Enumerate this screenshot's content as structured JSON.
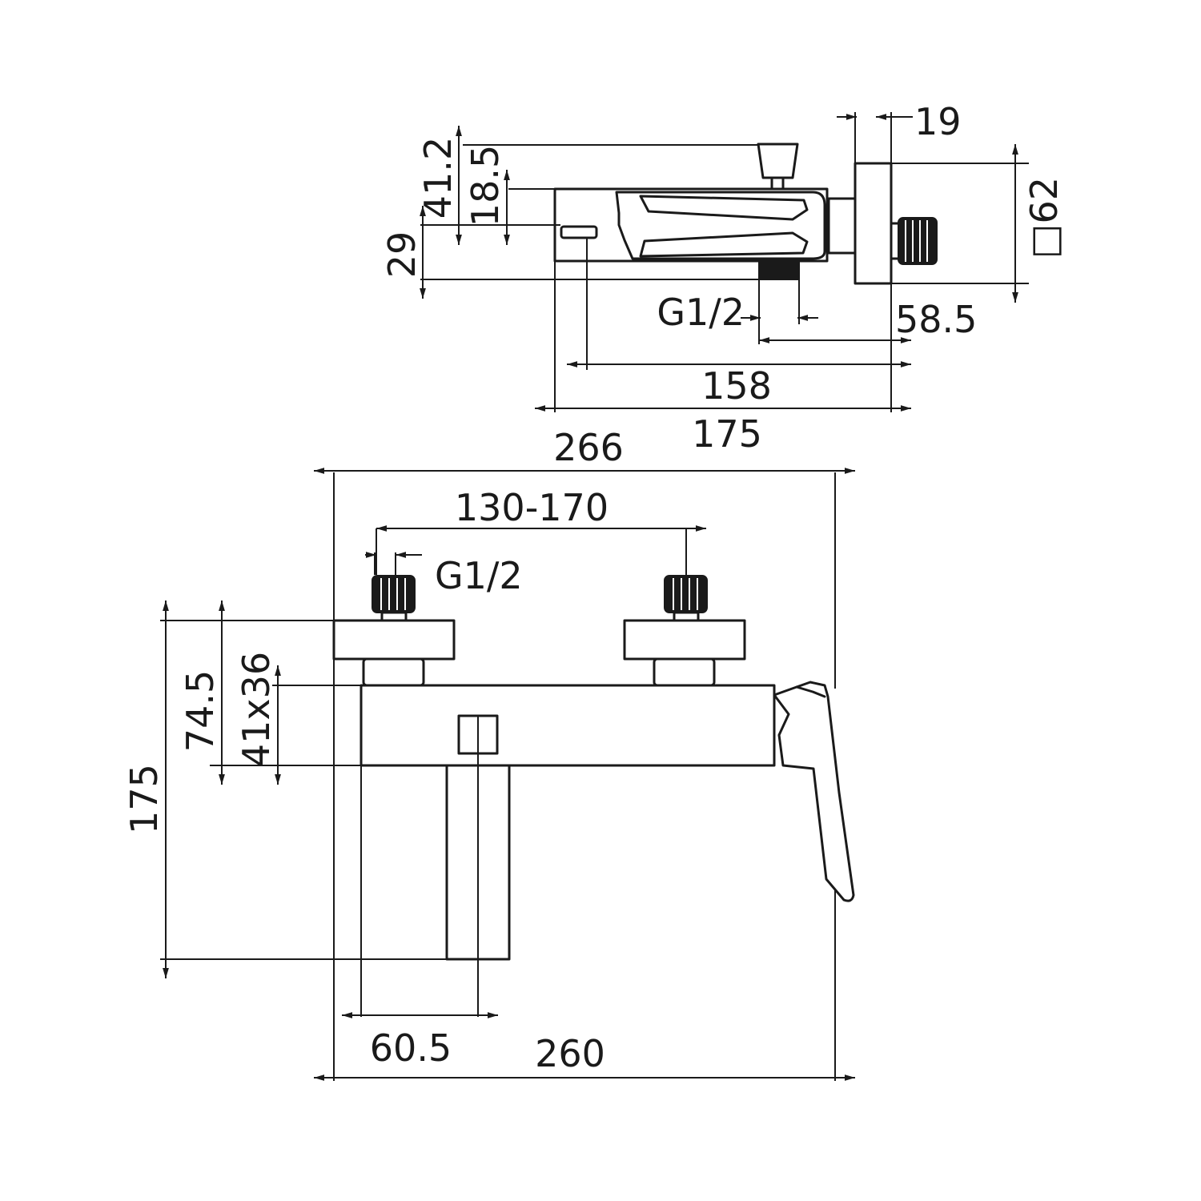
{
  "drawing": {
    "accent_color": "#1a1a1a",
    "top_view": {
      "dims": {
        "d19": "19",
        "d41_2": "41.2",
        "d18_5": "18.5",
        "d29": "29",
        "d62": "□62",
        "g12": "G1/2",
        "d58_5": "58.5",
        "d158": "158",
        "d175": "175"
      }
    },
    "front_view": {
      "dims": {
        "d266": "266",
        "d130_170": "130-170",
        "g12": "G1/2",
        "d74_5": "74.5",
        "d41x36": "41x36",
        "d175": "175",
        "d60_5": "60.5",
        "d260": "260"
      }
    }
  }
}
